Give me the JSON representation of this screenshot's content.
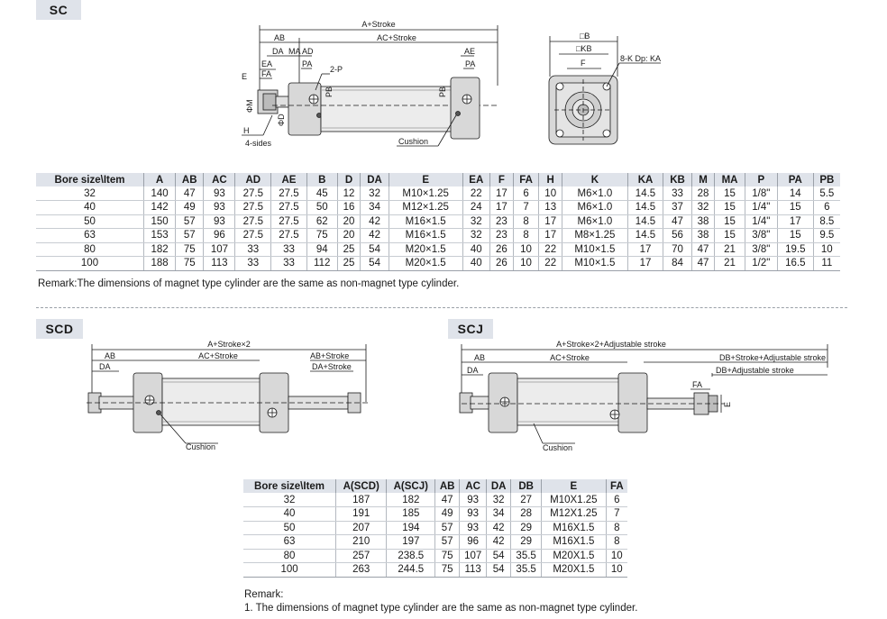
{
  "sc": {
    "tag": "SC",
    "labels": {
      "a_stroke": "A+Stroke",
      "ab": "AB",
      "ac_stroke": "AC+Stroke",
      "da": "DA",
      "ma": "MA",
      "ad": "AD",
      "ae": "AE",
      "ea": "EA",
      "fa": "FA",
      "pa_left": "PA",
      "pa_right": "PA",
      "two_p": "2-P",
      "e": "E",
      "phi_m": "ΦM",
      "phi_d": "ΦD",
      "pb_left": "PB",
      "pb_right": "PB",
      "h": "H",
      "four_sides": "4-sides",
      "cushion": "Cushion",
      "b": "□B",
      "kb": "□KB",
      "f": "F",
      "k_dp": "8-K Dp: KA"
    },
    "table": {
      "headers": [
        "Bore size\\Item",
        "A",
        "AB",
        "AC",
        "AD",
        "AE",
        "B",
        "D",
        "DA",
        "E",
        "EA",
        "F",
        "FA",
        "H",
        "K",
        "KA",
        "KB",
        "M",
        "MA",
        "P",
        "PA",
        "PB"
      ],
      "rows": [
        [
          "32",
          "140",
          "47",
          "93",
          "27.5",
          "27.5",
          "45",
          "12",
          "32",
          "M10×1.25",
          "22",
          "17",
          "6",
          "10",
          "M6×1.0",
          "14.5",
          "33",
          "28",
          "15",
          "1/8\"",
          "14",
          "5.5"
        ],
        [
          "40",
          "142",
          "49",
          "93",
          "27.5",
          "27.5",
          "50",
          "16",
          "34",
          "M12×1.25",
          "24",
          "17",
          "7",
          "13",
          "M6×1.0",
          "14.5",
          "37",
          "32",
          "15",
          "1/4\"",
          "15",
          "6"
        ],
        [
          "50",
          "150",
          "57",
          "93",
          "27.5",
          "27.5",
          "62",
          "20",
          "42",
          "M16×1.5",
          "32",
          "23",
          "8",
          "17",
          "M6×1.0",
          "14.5",
          "47",
          "38",
          "15",
          "1/4\"",
          "17",
          "8.5"
        ],
        [
          "63",
          "153",
          "57",
          "96",
          "27.5",
          "27.5",
          "75",
          "20",
          "42",
          "M16×1.5",
          "32",
          "23",
          "8",
          "17",
          "M8×1.25",
          "14.5",
          "56",
          "38",
          "15",
          "3/8\"",
          "15",
          "9.5"
        ],
        [
          "80",
          "182",
          "75",
          "107",
          "33",
          "33",
          "94",
          "25",
          "54",
          "M20×1.5",
          "40",
          "26",
          "10",
          "22",
          "M10×1.5",
          "17",
          "70",
          "47",
          "21",
          "3/8\"",
          "19.5",
          "10"
        ],
        [
          "100",
          "188",
          "75",
          "113",
          "33",
          "33",
          "112",
          "25",
          "54",
          "M20×1.5",
          "40",
          "26",
          "10",
          "22",
          "M10×1.5",
          "17",
          "84",
          "47",
          "21",
          "1/2\"",
          "16.5",
          "11"
        ]
      ]
    },
    "remark": "Remark:The dimensions of magnet type cylinder are the same as non-magnet type cylinder."
  },
  "scd": {
    "tag": "SCD",
    "labels": {
      "a_stroke2": "A+Stroke×2",
      "ab": "AB",
      "ac_stroke": "AC+Stroke",
      "ab_stroke": "AB+Stroke",
      "da": "DA",
      "da_stroke": "DA+Stroke",
      "cushion": "Cushion"
    }
  },
  "scj": {
    "tag": "SCJ",
    "labels": {
      "a_stroke_adj": "A+Stroke×2+Adjustable stroke",
      "ab": "AB",
      "ac_stroke": "AC+Stroke",
      "da": "DA",
      "db_stroke_adj": "DB+Stroke+Adjustable stroke",
      "db_adj": "DB+Adjustable stroke",
      "fa": "FA",
      "e": "E",
      "cushion": "Cushion"
    }
  },
  "scd_scj_table": {
    "headers": [
      "Bore size\\Item",
      "A(SCD)",
      "A(SCJ)",
      "AB",
      "AC",
      "DA",
      "DB",
      "E",
      "FA"
    ],
    "rows": [
      [
        "32",
        "187",
        "182",
        "47",
        "93",
        "32",
        "27",
        "M10X1.25",
        "6"
      ],
      [
        "40",
        "191",
        "185",
        "49",
        "93",
        "34",
        "28",
        "M12X1.25",
        "7"
      ],
      [
        "50",
        "207",
        "194",
        "57",
        "93",
        "42",
        "29",
        "M16X1.5",
        "8"
      ],
      [
        "63",
        "210",
        "197",
        "57",
        "96",
        "42",
        "29",
        "M16X1.5",
        "8"
      ],
      [
        "80",
        "257",
        "238.5",
        "75",
        "107",
        "54",
        "35.5",
        "M20X1.5",
        "10"
      ],
      [
        "100",
        "263",
        "244.5",
        "75",
        "113",
        "54",
        "35.5",
        "M20X1.5",
        "10"
      ]
    ],
    "remark_title": "Remark:",
    "remark_line": "1. The dimensions of magnet type cylinder are the same as non-magnet type cylinder."
  }
}
